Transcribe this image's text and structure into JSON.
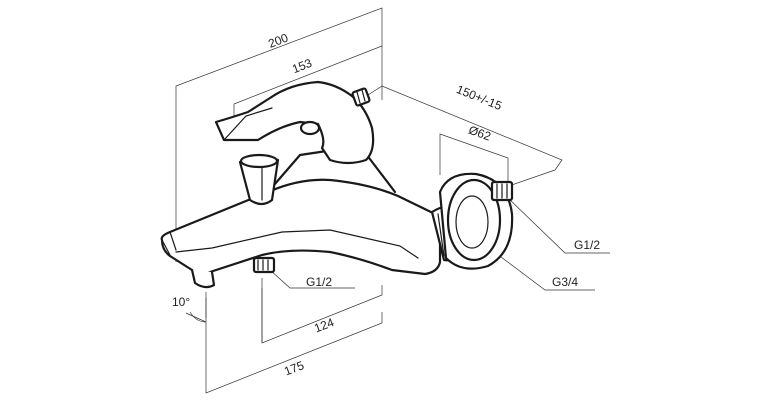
{
  "dimensions": {
    "overall_width": "200",
    "body_width": "153",
    "centers": "150+/-15",
    "flange_diameter": "Ø62",
    "inlet_thread": "G1/2",
    "connection_thread": "G3/4",
    "outlet_thread": "G1/2",
    "outlet_spacing": "124",
    "outlet_length": "175",
    "spout_angle": "10°"
  },
  "colors": {
    "line": "#1a1a1a",
    "dimension_line": "#333333",
    "background": "#ffffff"
  }
}
